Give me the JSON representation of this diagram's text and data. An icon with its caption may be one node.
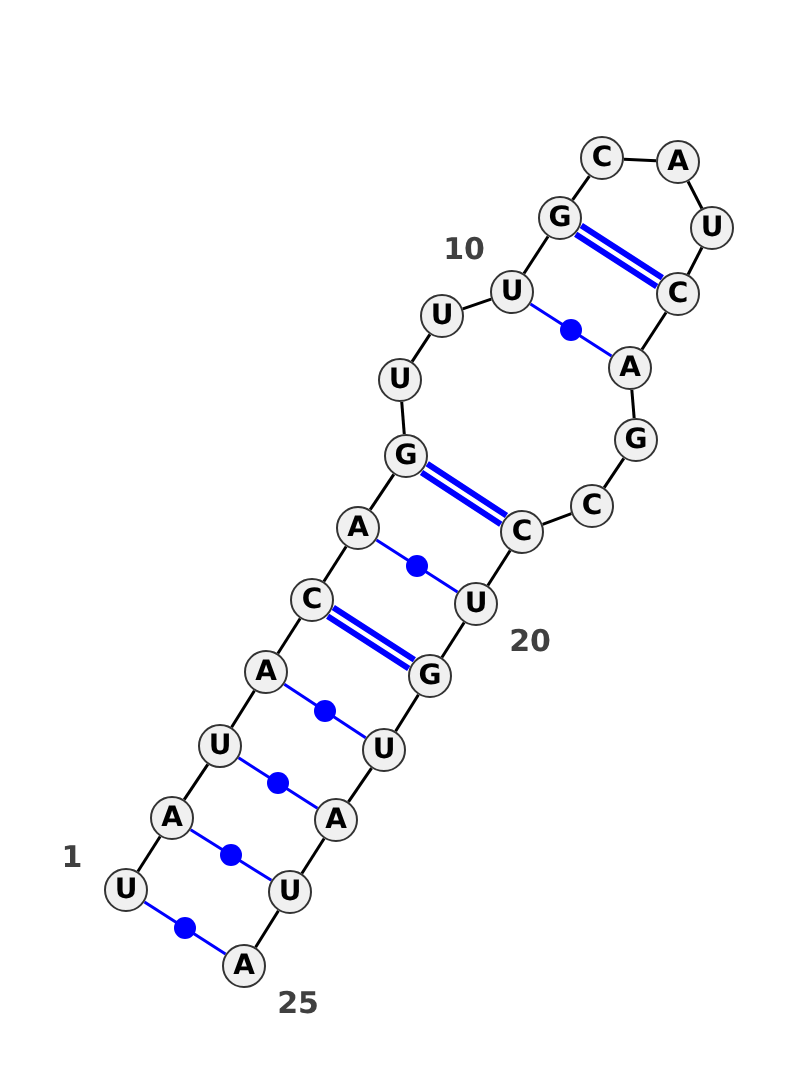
{
  "diagram": {
    "nodes": [
      {
        "text": [
          "U"
        ]
      },
      {
        "text": [
          "A"
        ]
      },
      {
        "text": [
          "U"
        ]
      },
      {
        "text": [
          "A"
        ]
      },
      {
        "text": [
          "C"
        ]
      },
      {
        "text": [
          "A"
        ]
      },
      {
        "text": [
          "G"
        ]
      },
      {
        "text": [
          "U"
        ]
      },
      {
        "text": [
          "U"
        ]
      },
      {
        "text": [
          "U"
        ]
      },
      {
        "text": [
          "G"
        ]
      },
      {
        "text": [
          "C"
        ]
      },
      {
        "text": [
          "A"
        ]
      },
      {
        "text": [
          "U"
        ]
      },
      {
        "text": [
          "C"
        ]
      },
      {
        "text": [
          "A"
        ]
      },
      {
        "text": [
          "G"
        ]
      },
      {
        "text": [
          "C"
        ]
      },
      {
        "text": [
          "C"
        ]
      },
      {
        "text": [
          "U"
        ]
      },
      {
        "text": [
          "G"
        ]
      },
      {
        "text": [
          "U"
        ]
      },
      {
        "text": [
          "A"
        ]
      },
      {
        "text": [
          "U"
        ]
      },
      {
        "text": [
          "A"
        ]
      }
    ],
    "edges": [
      {
        "from": 0,
        "to": 1,
        "arrow": "none"
      },
      {
        "from": 1,
        "to": 2,
        "arrow": "none"
      },
      {
        "from": 2,
        "to": 3,
        "arrow": "none"
      },
      {
        "from": 3,
        "to": 4,
        "arrow": "none"
      },
      {
        "from": 4,
        "to": 5,
        "arrow": "none"
      },
      {
        "from": 5,
        "to": 6,
        "arrow": "none"
      },
      {
        "from": 6,
        "to": 7,
        "arrow": "none"
      },
      {
        "from": 7,
        "to": 8,
        "arrow": "none"
      },
      {
        "from": 8,
        "to": 9,
        "arrow": "none"
      },
      {
        "from": 9,
        "to": 10,
        "arrow": "none"
      },
      {
        "from": 10,
        "to": 11,
        "arrow": "none"
      },
      {
        "from": 11,
        "to": 12,
        "arrow": "none"
      },
      {
        "from": 12,
        "to": 13,
        "arrow": "none"
      },
      {
        "from": 13,
        "to": 14,
        "arrow": "none"
      },
      {
        "from": 14,
        "to": 15,
        "arrow": "none"
      },
      {
        "from": 15,
        "to": 16,
        "arrow": "none"
      },
      {
        "from": 16,
        "to": 17,
        "arrow": "none"
      },
      {
        "from": 17,
        "to": 18,
        "arrow": "none"
      },
      {
        "from": 18,
        "to": 19,
        "arrow": "none"
      },
      {
        "from": 19,
        "to": 20,
        "arrow": "none"
      },
      {
        "from": 20,
        "to": 21,
        "arrow": "none"
      },
      {
        "from": 21,
        "to": 22,
        "arrow": "none"
      },
      {
        "from": 22,
        "to": 23,
        "arrow": "none"
      },
      {
        "from": 23,
        "to": 24,
        "arrow": "none"
      },
      {
        "from": 0,
        "to": 24,
        "arrow": "none",
        "color": "#0000ff"
      },
      {
        "from": 1,
        "to": 23,
        "arrow": "none",
        "color": "#0000ff"
      },
      {
        "from": 2,
        "to": 22,
        "arrow": "none",
        "color": "#0000ff"
      },
      {
        "from": 3,
        "to": 21,
        "arrow": "none",
        "color": "#0000ff"
      },
      {
        "from": 4,
        "to": 20,
        "arrow": "none",
        "style": "thick",
        "color": "#0000ff"
      },
      {
        "from": 5,
        "to": 19,
        "arrow": "none",
        "color": "#0000ff"
      },
      {
        "from": 6,
        "to": 18,
        "arrow": "none",
        "style": "thick",
        "color": "#0000ff"
      },
      {
        "from": 9,
        "to": 15,
        "arrow": "none",
        "color": "#0000ff"
      },
      {
        "from": 10,
        "to": 14,
        "arrow": "none",
        "style": "thick",
        "color": "#0000ff"
      }
    ],
    "labels": [
      "1",
      "10",
      "20",
      "25"
    ]
  }
}
